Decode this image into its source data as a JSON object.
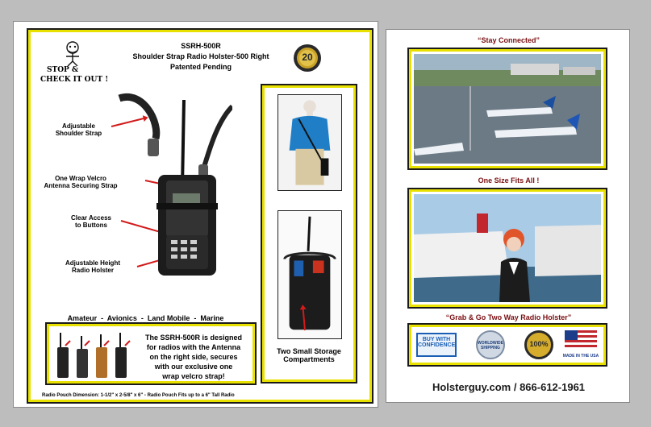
{
  "product": {
    "model": "SSRH-500R",
    "name": "Shoulder Strap Radio Holster-500 Right",
    "patent": "Patented Pending"
  },
  "stop_sign": {
    "line1": "STOP &",
    "line2": "CHECK IT OUT !"
  },
  "anniversary_badge": {
    "number": "20"
  },
  "callouts": {
    "strap_line1": "Adjustable",
    "strap_line2": "Shoulder Strap",
    "velcro_line1": "One Wrap Velcro",
    "velcro_line2": "Antenna Securing Strap",
    "access_line1": "Clear Access",
    "access_line2": "to Buttons",
    "height_line1": "Adjustable Height",
    "height_line2": "Radio Holster"
  },
  "categories": "Amateur  -  Avionics  -  Land Mobile  -  Marine",
  "description": {
    "line1": "The SSRH-500R is designed",
    "line2": "for radios with the Antenna",
    "line3": "on the right side, secures",
    "line4": "with our exclusive one",
    "line5": "wrap velcro strap!"
  },
  "storage": {
    "line1": "Two Small  Storage",
    "line2": "Compartments"
  },
  "dimensions": "Radio Pouch Dimension: 1-1/2\" x 2-5/8\" x 6\" - Radio Pouch Fits up to a 6\" Tall Radio",
  "right": {
    "stay_connected": "“Stay Connected”",
    "one_size": "One Size Fits All !",
    "grab_go": "“Grab & Go Two Way Radio Holster”",
    "badges": {
      "buy_line1": "BUY WITH",
      "buy_line2": "CONFIDENCE",
      "shipping_line1": "WORLDWIDE",
      "shipping_line2": "SHIPPING",
      "guarantee": "100%",
      "usa": "MADE IN THE USA"
    },
    "contact": "Holsterguy.com / 866-612-1961"
  },
  "colors": {
    "frame_yellow": "#e8e100",
    "headline_maroon": "#7a0f12",
    "arrow_red": "#d21b1b"
  }
}
